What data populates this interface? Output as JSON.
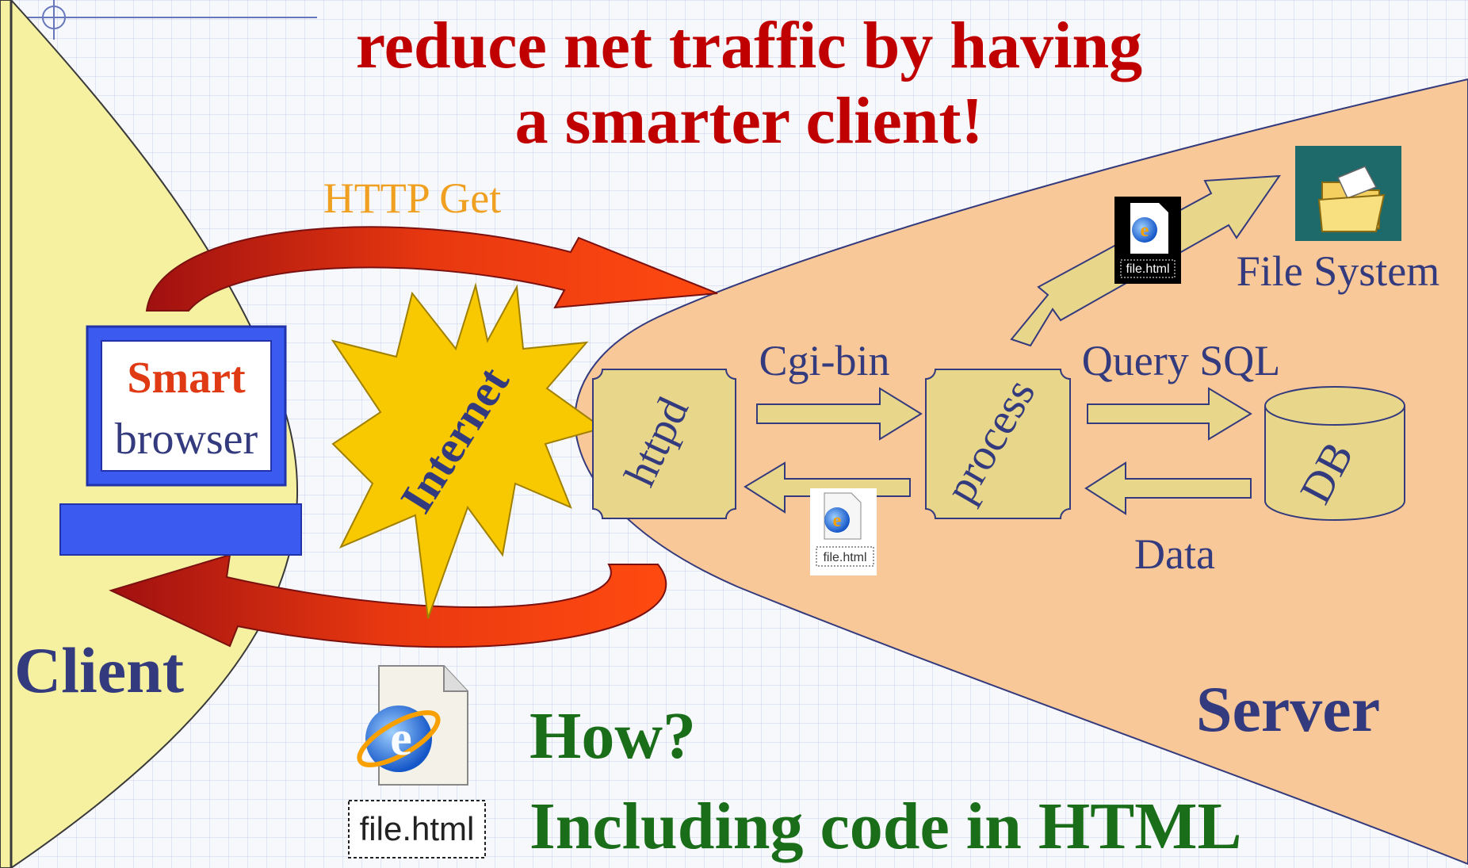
{
  "title": {
    "line1": "reduce net traffic by having",
    "line2": "a smarter client!"
  },
  "client": {
    "label": "Client",
    "browser_line1": "Smart",
    "browser_line2": "browser"
  },
  "server": {
    "label": "Server"
  },
  "internet": {
    "label": "Internet"
  },
  "flow": {
    "http_get": "HTTP Get",
    "cgi_bin": "Cgi-bin",
    "query_sql": "Query SQL",
    "data": "Data",
    "file_system": "File System"
  },
  "nodes": {
    "httpd": "httpd",
    "process": "process",
    "db": "DB"
  },
  "files": {
    "small_file_label": "file.html",
    "mid_file_label": "file.html",
    "big_file_label": "file.html"
  },
  "bottom": {
    "question": "How?",
    "answer": "Including code in HTML"
  },
  "colors": {
    "title_red": "#c00000",
    "label_navy": "#333a7d",
    "http_orange": "#f0a020",
    "client_fill": "#f5f1a0",
    "server_fill": "#f8c898",
    "node_fill": "#e8d68a",
    "green": "#1a6e1a",
    "arrow_red": "#e83810"
  },
  "icons": [
    "ie-file-icon",
    "folder-icon",
    "computer-icon"
  ]
}
